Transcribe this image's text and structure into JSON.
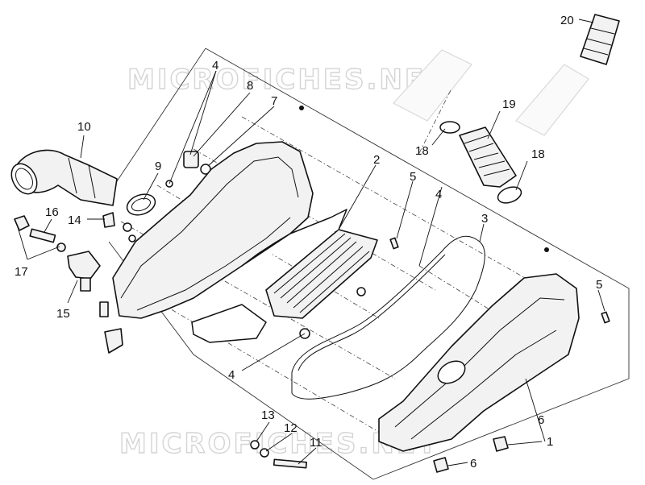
{
  "watermark": {
    "text": "MICROFICHES.NET"
  },
  "callouts": {
    "c1": "1",
    "c2": "2",
    "c3": "3",
    "c4a": "4",
    "c4b": "4",
    "c4c": "4",
    "c5a": "5",
    "c5b": "5",
    "c6a": "6",
    "c6b": "6",
    "c7": "7",
    "c8": "8",
    "c9": "9",
    "c10": "10",
    "c11": "11",
    "c12": "12",
    "c13": "13",
    "c14": "14",
    "c15": "15",
    "c16": "16",
    "c17": "17",
    "c18a": "18",
    "c18b": "18",
    "c19": "19",
    "c20": "20"
  },
  "colors": {
    "line": "#111111",
    "watermark_outline": "#d4d4d4",
    "background": "#ffffff"
  }
}
